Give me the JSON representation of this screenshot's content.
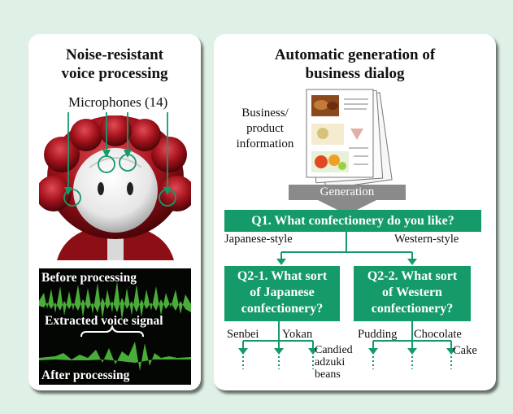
{
  "left_panel": {
    "title_line1": "Noise-resistant",
    "title_line2": "voice processing",
    "microphones_label": "Microphones (14)",
    "before_label": "Before processing",
    "extracted_label": "Extracted voice signal",
    "after_label": "After processing"
  },
  "right_panel": {
    "title_line1": "Automatic generation of",
    "title_line2": "business dialog",
    "business_info_line1": "Business/",
    "business_info_line2": "product",
    "business_info_line3": "information",
    "generation_label": "Generation",
    "q1": "Q1. What confectionery do you like?",
    "branch_left": "Japanese-style",
    "branch_right": "Western-style",
    "q2_1_line1": "Q2-1. What sort",
    "q2_1_line2": "of Japanese",
    "q2_1_line3": "confectionery?",
    "q2_2_line1": "Q2-2. What sort",
    "q2_2_line2": "of Western",
    "q2_2_line3": "confectionery?",
    "opt_senbei": "Senbei",
    "opt_yokan": "Yokan",
    "opt_candied_1": "Candied",
    "opt_candied_2": "adzuki",
    "opt_candied_3": "beans",
    "opt_pudding": "Pudding",
    "opt_chocolate": "Chocolate",
    "opt_cake": "Cake"
  },
  "colors": {
    "background": "#dff0e6",
    "accent_green": "#159a6a",
    "arrow_gray": "#8a8a8a"
  }
}
